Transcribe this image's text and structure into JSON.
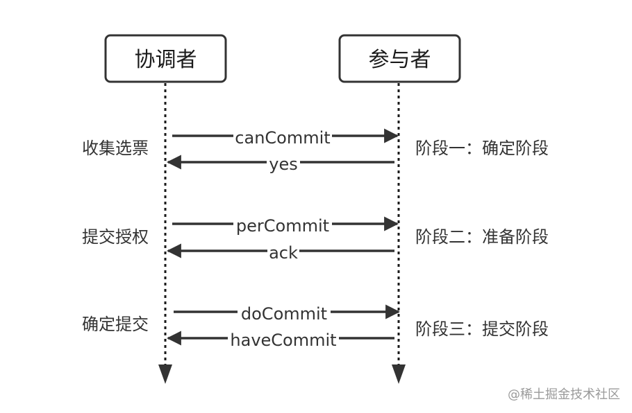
{
  "actors": [
    {
      "label": "协调者"
    },
    {
      "label": "参与者"
    }
  ],
  "messages": [
    {
      "label": "canCommit",
      "direction": "right"
    },
    {
      "label": "yes",
      "direction": "left"
    },
    {
      "label": "perCommit",
      "direction": "right"
    },
    {
      "label": "ack",
      "direction": "left"
    },
    {
      "label": "doCommit",
      "direction": "right"
    },
    {
      "label": "haveCommit",
      "direction": "left"
    }
  ],
  "coordinator_notes": [
    "收集选票",
    "提交授权",
    "确定提交"
  ],
  "phase_notes": [
    "阶段一：确定阶段",
    "阶段二：准备阶段",
    "阶段三：提交阶段"
  ],
  "watermark": "@稀土掘金技术社区",
  "colors": {
    "line": "#333333",
    "text": "#333333",
    "watermark": "#9a9a9a"
  }
}
